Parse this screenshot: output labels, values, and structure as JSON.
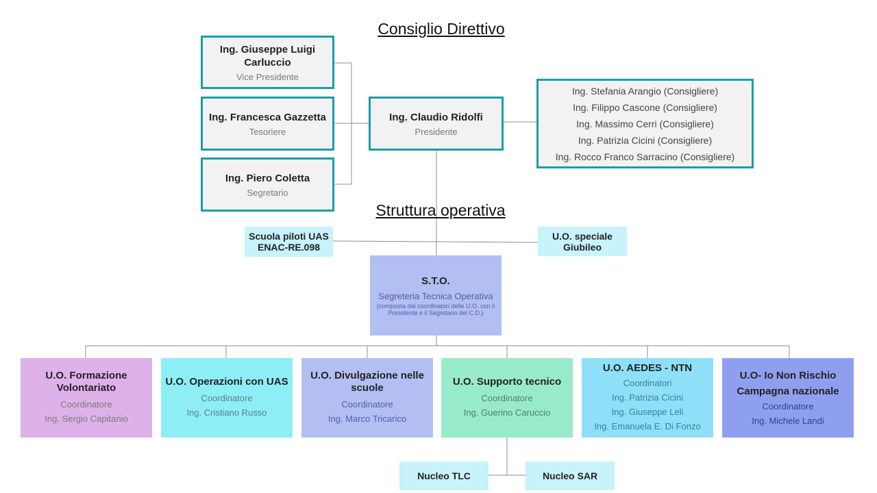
{
  "titles": {
    "board": "Consiglio Direttivo",
    "operational": "Struttura operativa"
  },
  "board": {
    "vice": {
      "name": "Ing. Giuseppe Luigi Carluccio",
      "role": "Vice Presidente"
    },
    "treasurer": {
      "name": "Ing. Francesca Gazzetta",
      "role": "Tesoriere"
    },
    "secretary": {
      "name": "Ing. Piero Coletta",
      "role": "Segretario"
    },
    "president": {
      "name": "Ing. Claudio Ridolfi",
      "role": "Presidente"
    },
    "councillors": [
      "Ing. Stefania Arangio (Consigliere)",
      "Ing. Filippo Cascone (Consigliere)",
      "Ing. Massimo Cerri (Consigliere)",
      "Ing. Patrizia Cicini (Consigliere)",
      "Ing. Rocco Franco Sarracino (Consigliere)"
    ]
  },
  "side_units": {
    "school_line1": "Scuola piloti UAS",
    "school_line2": "ENAC-RE.098",
    "special_line1": "U.O. speciale",
    "special_line2": "Giubileo"
  },
  "sto": {
    "title": "S.T.O.",
    "subtitle": "Segreteria Tecnica Operativa",
    "note": "(composta dai coordinatori delle U.O. con il Presidente e il Segretario del C.D.)"
  },
  "units": [
    {
      "name": "U.O. Formazione Volontariato",
      "role": "Coordinatore",
      "people": [
        "Ing. Sergio Capitanio"
      ],
      "color": "#dfb1ea",
      "text_color": "#7a7a7a"
    },
    {
      "name": "U.O. Operazioni con UAS",
      "role": "Coordinatore",
      "people": [
        "Ing. Cristiano Russo"
      ],
      "color": "#8deef6",
      "text_color": "#5f7f86"
    },
    {
      "name": "U.O. Divulgazione nelle scuole",
      "role": "Coordinatore",
      "people": [
        "Ing. Marco Tricarico"
      ],
      "color": "#b3bff2",
      "text_color": "#4a5fb0"
    },
    {
      "name": "U.O. Supporto tecnico",
      "role": "Coordinatore",
      "people": [
        "Ing. Guerino Caruccio"
      ],
      "color": "#97ebc9",
      "text_color": "#4e7f6b"
    },
    {
      "name": "U.O. AEDES - NTN",
      "role": "Coordinatori",
      "people": [
        "Ing. Patrizia Cicini",
        "Ing. Giuseppe Leli",
        "Ing. Emanuela E. Di Fonzo"
      ],
      "color": "#8ee0f8",
      "text_color": "#3d7fa0"
    },
    {
      "name": "U.O- Io Non Rischio Campagna nazionale",
      "role": "Coordinatore",
      "people": [
        "Ing. Michele Landi"
      ],
      "color": "#8f9ff0",
      "text_color": "#2f3f8a"
    }
  ],
  "nuclei": [
    "Nucleo TLC",
    "Nucleo SAR"
  ]
}
